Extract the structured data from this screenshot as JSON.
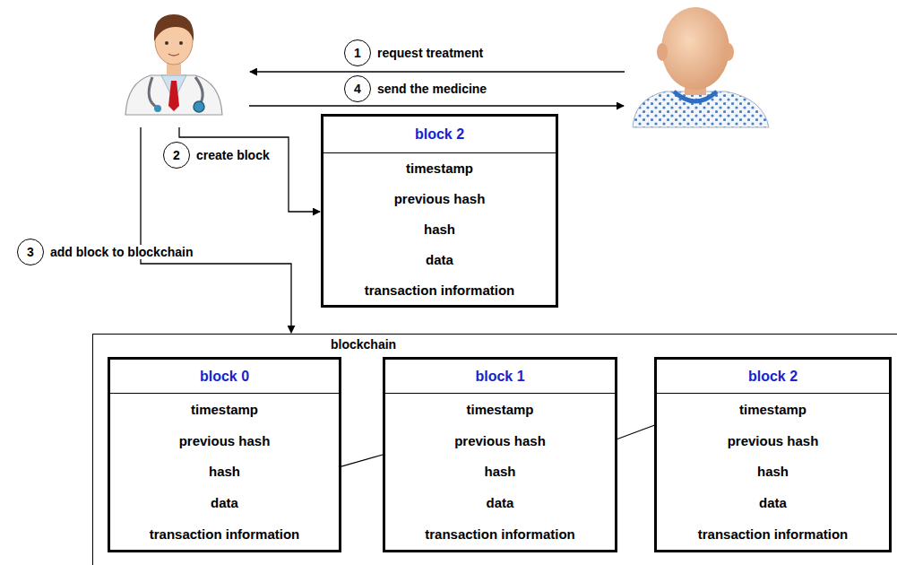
{
  "diagram": {
    "nodes": [
      {
        "text": [
          "1",
          "request treatment"
        ]
      },
      {
        "text": [
          "4",
          "send the medicine"
        ]
      },
      {
        "text": [
          "2",
          "create block"
        ]
      },
      {
        "text": [
          "block 2",
          "timestamp",
          "previous hash",
          "hash",
          "data",
          "transaction information"
        ]
      },
      {
        "text": [
          "3",
          "add block to blockchain"
        ]
      },
      {
        "text": [
          "blockchain"
        ]
      },
      {
        "text": [
          "block 0",
          "timestamp",
          "previous hash",
          "hash",
          "data",
          "transaction information"
        ],
        "in": 5
      },
      {
        "text": [
          "block 1",
          "timestamp",
          "previous hash",
          "hash",
          "data",
          "transaction information"
        ],
        "in": 5
      },
      {
        "text": [
          "block 2",
          "timestamp",
          "previous hash",
          "hash",
          "data",
          "transaction information"
        ],
        "in": 5
      }
    ],
    "edges": [
      {
        "from": 6,
        "to": 7,
        "arrow": "none"
      },
      {
        "from": 7,
        "to": 8,
        "arrow": "none"
      }
    ]
  }
}
